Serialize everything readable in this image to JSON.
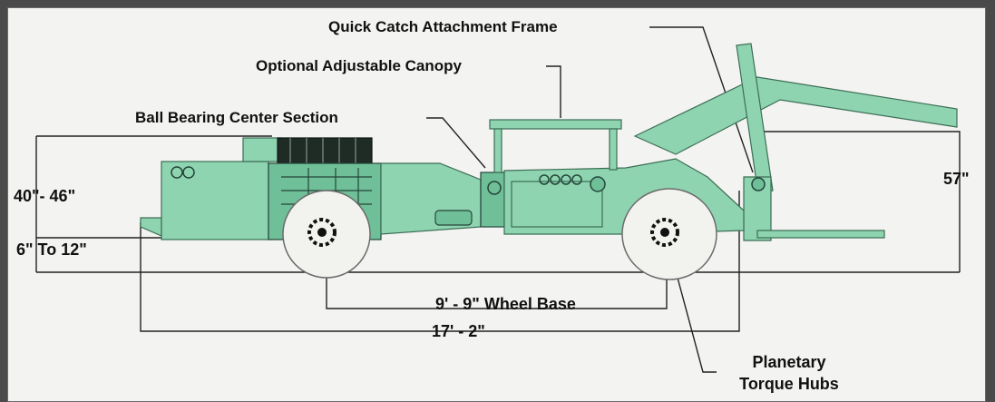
{
  "labels": {
    "quick_catch": "Quick Catch Attachment Frame",
    "canopy": "Optional Adjustable Canopy",
    "ball_bearing": "Ball Bearing Center Section",
    "height_range": "40\"- 46\"",
    "ground_clearance": "6\" To 12\"",
    "lift_height": "57\"",
    "wheel_base": "9' - 9\" Wheel Base",
    "overall_length": "17' - 2\"",
    "planetary_line1": "Planetary",
    "planetary_line2": "Torque Hubs"
  },
  "colors": {
    "body": "#8fd4b0",
    "body_dark": "#6fbf98",
    "tire": "#f2f2ef",
    "lines": "#222222",
    "background": "#f3f3f1",
    "border": "#4a4a4a"
  }
}
